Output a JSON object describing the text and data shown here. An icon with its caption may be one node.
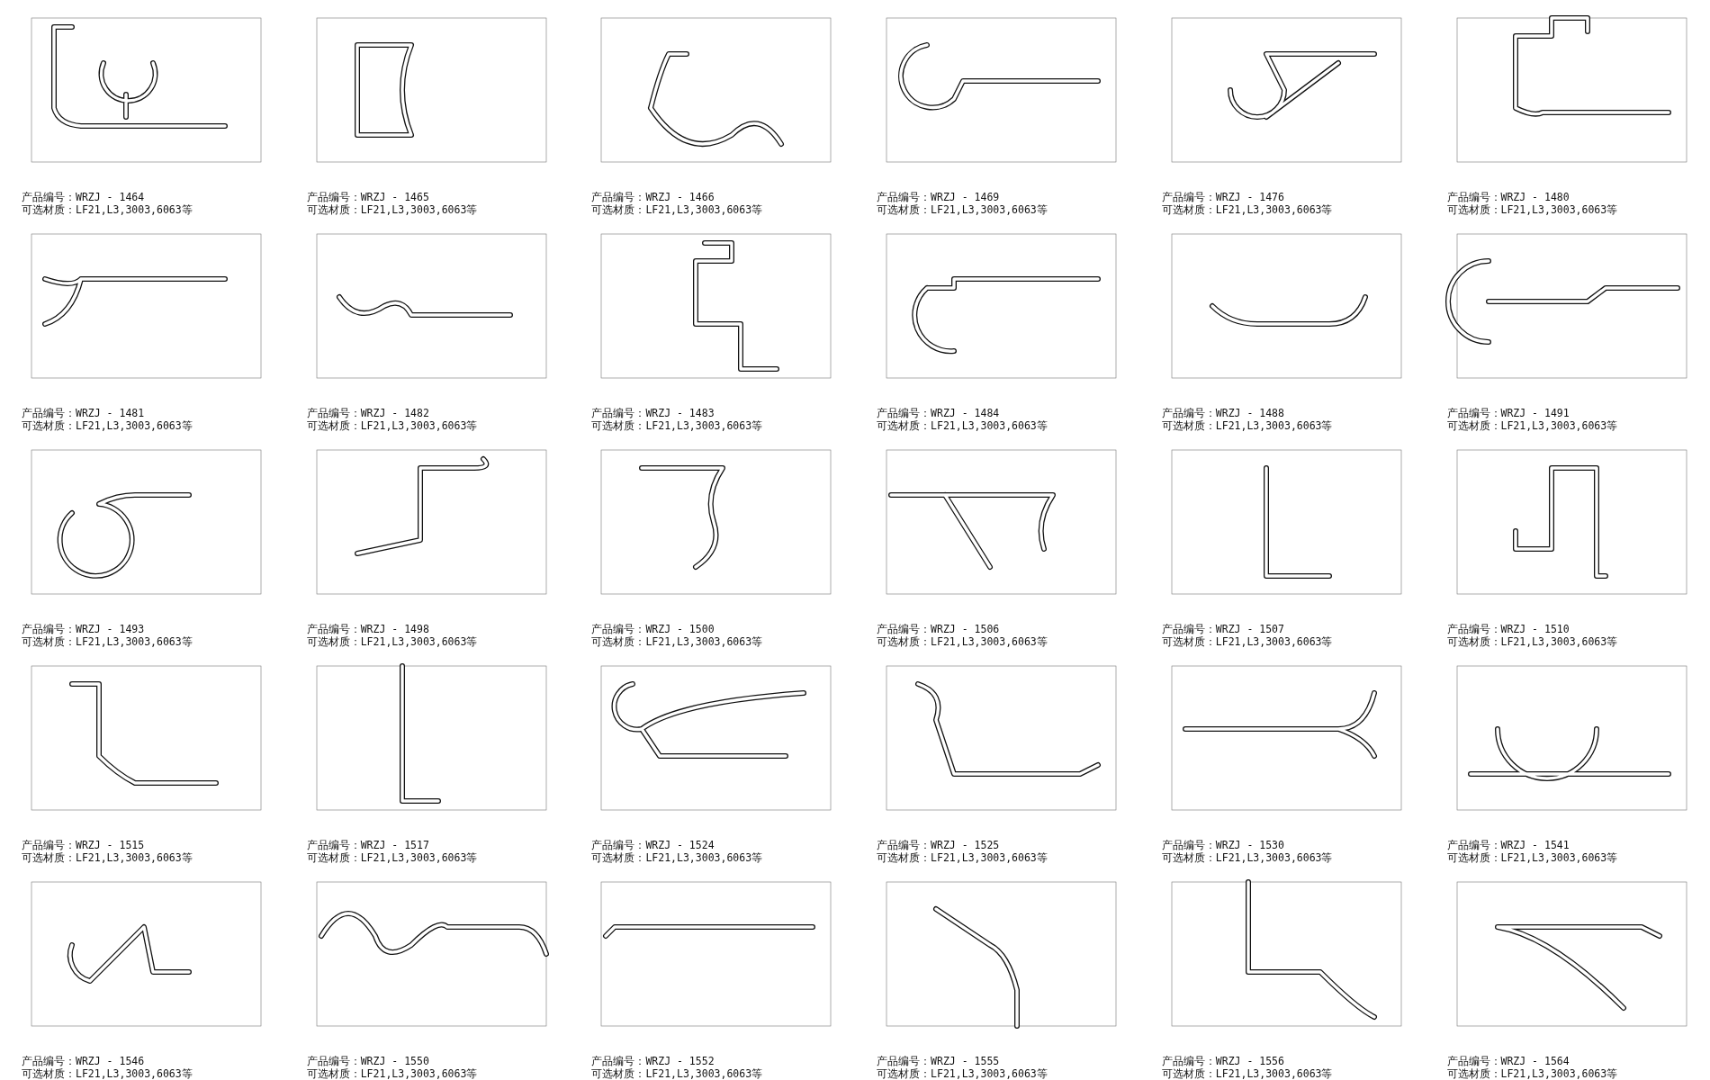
{
  "diagram": {
    "labels": [
      "产品编号：WRZJ - 1464",
      "可选材质：LF21,L3,3003,6063等",
      "产品编号：WRZJ - 1465",
      "可选材质：LF21,L3,3003,6063等",
      "产品编号：WRZJ - 1466",
      "可选材质：LF21,L3,3003,6063等",
      "产品编号：WRZJ - 1469",
      "可选材质：LF21,L3,3003,6063等",
      "产品编号：WRZJ - 1476",
      "可选材质：LF21,L3,3003,6063等",
      "产品编号：WRZJ - 1480",
      "可选材质：LF21,L3,3003,6063等",
      "产品编号：WRZJ - 1481",
      "可选材质：LF21,L3,3003,6063等",
      "产品编号：WRZJ - 1482",
      "可选材质：LF21,L3,3003,6063等",
      "产品编号：WRZJ - 1483",
      "可选材质：LF21,L3,3003,6063等",
      "产品编号：WRZJ - 1484",
      "可选材质：LF21,L3,3003,6063等",
      "产品编号：WRZJ - 1488",
      "可选材质：LF21,L3,3003,6063等",
      "产品编号：WRZJ - 1491",
      "可选材质：LF21,L3,3003,6063等",
      "产品编号：WRZJ - 1493",
      "可选材质：LF21,L3,3003,6063等",
      "产品编号：WRZJ - 1498",
      "可选材质：LF21,L3,3003,6063等",
      "产品编号：WRZJ - 1500",
      "可选材质：LF21,L3,3003,6063等",
      "产品编号：WRZJ - 1506",
      "可选材质：LF21,L3,3003,6063等",
      "产品编号：WRZJ - 1507",
      "可选材质：LF21,L3,3003,6063等",
      "产品编号：WRZJ - 1510",
      "可选材质：LF21,L3,3003,6063等",
      "产品编号：WRZJ - 1515",
      "可选材质：LF21,L3,3003,6063等",
      "产品编号：WRZJ - 1517",
      "可选材质：LF21,L3,3003,6063等",
      "产品编号：WRZJ - 1524",
      "可选材质：LF21,L3,3003,6063等",
      "产品编号：WRZJ - 1525",
      "可选材质：LF21,L3,3003,6063等",
      "产品编号：WRZJ - 1530",
      "可选材质：LF21,L3,3003,6063等",
      "产品编号：WRZJ - 1541",
      "可选材质：LF21,L3,3003,6063等",
      "产品编号：WRZJ - 1546",
      "可选材质：LF21,L3,3003,6063等",
      "产品编号：WRZJ - 1550",
      "可选材质：LF21,L3,3003,6063等",
      "产品编号：WRZJ - 1552",
      "可选材质：LF21,L3,3003,6063等",
      "产品编号：WRZJ - 1555",
      "可选材质：LF21,L3,3003,6063等",
      "产品编号：WRZJ - 1556",
      "可选材质：LF21,L3,3003,6063等",
      "产品编号：WRZJ - 1564",
      "可选材质：LF21,L3,3003,6063等"
    ]
  }
}
